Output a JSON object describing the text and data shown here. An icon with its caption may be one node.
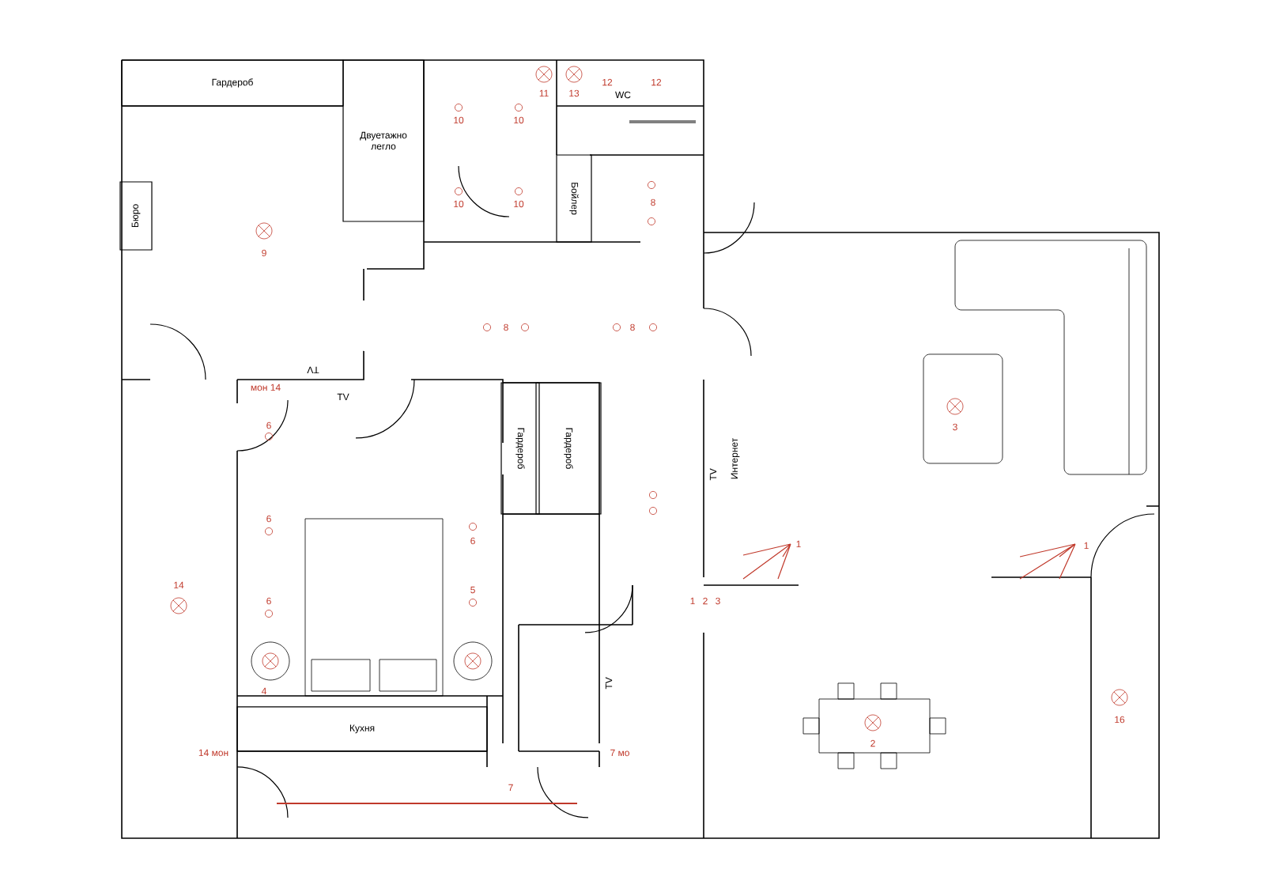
{
  "diagram": {
    "nodes": [
      {
        "text": [
          "Гардероб"
        ]
      },
      {
        "text": [
          "Двуетажно легло"
        ]
      },
      {
        "text": [
          "Бойлер"
        ]
      },
      {
        "text": [
          "Бюро"
        ]
      },
      {
        "text": [
          "Гардероб"
        ]
      },
      {
        "text": [
          "Гардероб"
        ]
      },
      {
        "text": [
          "Кухня"
        ]
      }
    ],
    "labels": [
      "11",
      "13",
      "12",
      "12",
      "WC",
      "10",
      "10",
      "10",
      "10",
      "9",
      "8",
      "14",
      "3",
      "2",
      "16",
      "6",
      "6",
      "6",
      "6",
      "5",
      "4",
      "7",
      "Интернет",
      "TV",
      "TV",
      "TV",
      "TV",
      "1",
      "1",
      "1",
      "2",
      "3",
      "14 мон",
      "7 мо",
      "мон 14",
      "8",
      "8"
    ]
  }
}
